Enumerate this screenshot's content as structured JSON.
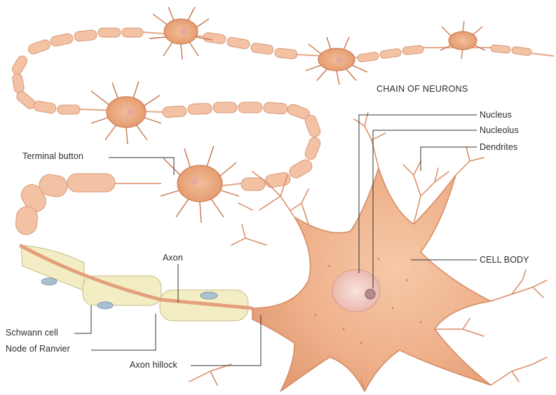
{
  "diagram": {
    "title": "CHAIN OF NEURONS",
    "labels": {
      "nucleus": "Nucleus",
      "nucleolus": "Nucleolus",
      "dendrites": "Dendrites",
      "cell_body": "CELL BODY",
      "terminal_button": "Terminal button",
      "axon": "Axon",
      "schwann_cell": "Schwann cell",
      "node_of_ranvier": "Node of Ranvier",
      "axon_hillock": "Axon hillock"
    }
  },
  "colors": {
    "background": "#ffffff",
    "neuron_body": "#f0b48c",
    "neuron_dark": "#c8744a",
    "myelin": "#f3c2a4",
    "schwann": "#f3edc4",
    "nucleus": "#f4d6cf",
    "leader_line": "#333333"
  }
}
